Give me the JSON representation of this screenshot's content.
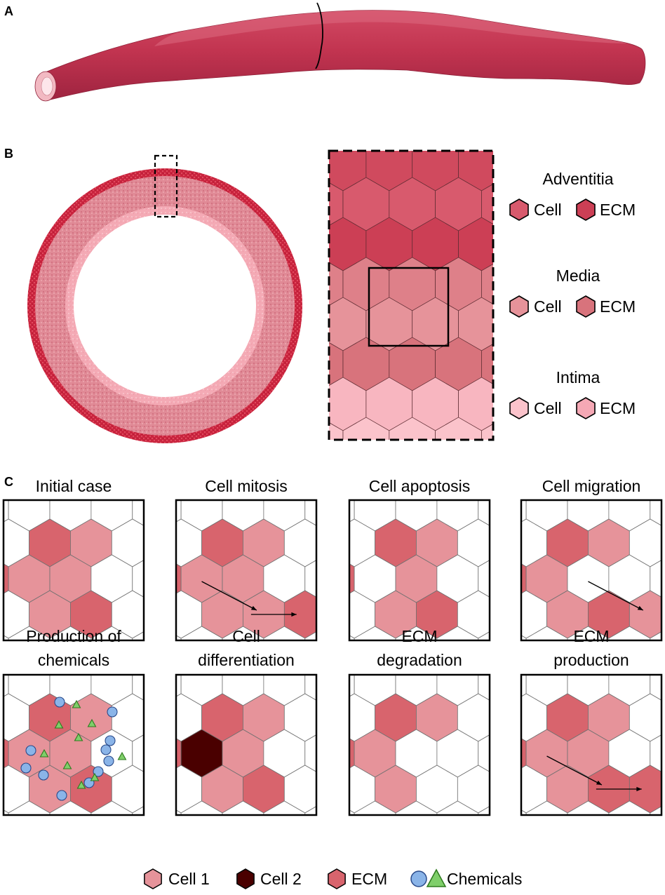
{
  "panels": {
    "a_label": "A",
    "b_label": "B",
    "c_label": "C"
  },
  "panel_b": {
    "layers": [
      {
        "name": "Adventitia",
        "cell_label": "Cell",
        "ecm_label": "ECM",
        "cell_color": "#d85a6d",
        "ecm_color": "#cc3f55"
      },
      {
        "name": "Media",
        "cell_label": "Cell",
        "ecm_label": "ECM",
        "cell_color": "#e6939a",
        "ecm_color": "#d8737c"
      },
      {
        "name": "Intima",
        "cell_label": "Cell",
        "ecm_label": "ECM",
        "cell_color": "#fbc3cb",
        "ecm_color": "#f5a8b5"
      }
    ]
  },
  "panel_c": {
    "subpanels": [
      {
        "title_lines": [
          "Initial case"
        ]
      },
      {
        "title_lines": [
          "Cell mitosis"
        ]
      },
      {
        "title_lines": [
          "Cell apoptosis"
        ]
      },
      {
        "title_lines": [
          "Cell migration"
        ]
      },
      {
        "title_lines": [
          "Production of",
          "chemicals"
        ]
      },
      {
        "title_lines": [
          "Cell",
          "differentiation"
        ]
      },
      {
        "title_lines": [
          "ECM",
          "degradation"
        ]
      },
      {
        "title_lines": [
          "ECM",
          "production"
        ]
      }
    ]
  },
  "legend": {
    "cell1": "Cell 1",
    "cell2": "Cell 2",
    "ecm": "ECM",
    "chemicals": "Chemicals"
  },
  "colors": {
    "vessel": "#c93a55",
    "cell1": "#e6939a",
    "ecm": "#d8646d",
    "cell2": "#4a0000",
    "chem_circle": "#8ab4e8",
    "chem_triangle": "#7fcf6a"
  }
}
